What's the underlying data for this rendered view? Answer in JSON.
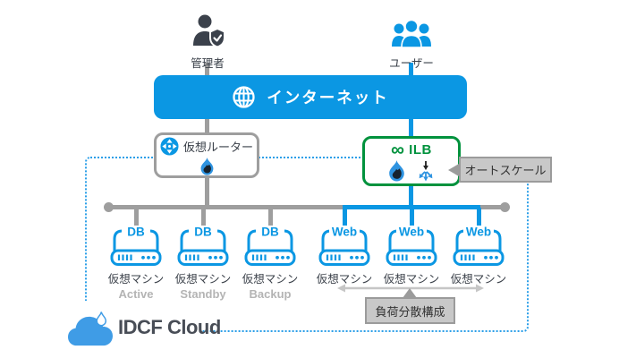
{
  "colors": {
    "brand_blue": "#0b97e3",
    "ilb_green": "#00923d",
    "line_gray": "#9e9e9e",
    "boundary_blue": "#2b9fe8",
    "callout_bg": "#c8c8c8",
    "callout_border": "#9b9b9b",
    "muted_text": "#b4b4b4",
    "dark_text": "#3a4049"
  },
  "actors": {
    "admin": {
      "label": "管理者"
    },
    "users": {
      "label": "ユーザー"
    }
  },
  "internet": {
    "label": "インターネット"
  },
  "router": {
    "label": "仮想ルーター"
  },
  "ilb": {
    "infinity": "∞",
    "label": "ILB"
  },
  "autoscale": {
    "label": "オートスケール"
  },
  "load_balance": {
    "label": "負荷分散構成"
  },
  "vms": [
    {
      "type": "DB",
      "label": "仮想マシン",
      "sub": "Active"
    },
    {
      "type": "DB",
      "label": "仮想マシン",
      "sub": "Standby"
    },
    {
      "type": "DB",
      "label": "仮想マシン",
      "sub": "Backup"
    },
    {
      "type": "Web",
      "label": "仮想マシン",
      "sub": ""
    },
    {
      "type": "Web",
      "label": "仮想マシン",
      "sub": ""
    },
    {
      "type": "Web",
      "label": "仮想マシン",
      "sub": ""
    }
  ],
  "brand": {
    "label": "IDCF Cloud"
  }
}
